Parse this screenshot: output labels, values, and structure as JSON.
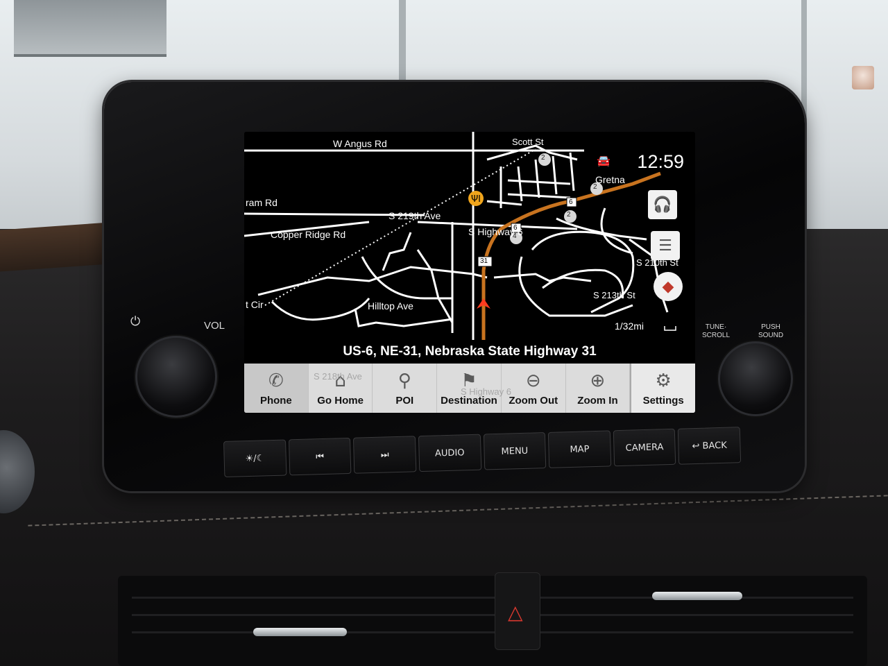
{
  "screen": {
    "clock": "12:59",
    "map_labels": {
      "w_angus": "W Angus Rd",
      "scott": "Scott St",
      "gretna": "Gretna",
      "ram": "ram Rd",
      "s219": "S 219th Ave",
      "copper": "Copper Ridge Rd",
      "s_highway": "S Highway 6",
      "s210": "S 210th St",
      "cir": "t Cir",
      "hilltop": "Hilltop Ave",
      "s213": "S 213th St"
    },
    "route_shields": [
      "31",
      "6",
      "6"
    ],
    "poi_markers": [
      "2",
      "2",
      "2",
      "4"
    ],
    "scale": "1/32mi",
    "current_street": "US-6, NE-31, Nebraska State Highway 31",
    "ghost_streets": {
      "left": "S 218th Ave",
      "right": "S Highway 6"
    },
    "side_icons": {
      "voice": "headset-icon",
      "list": "list-icon",
      "compass": "compass-icon"
    },
    "nav_buttons": [
      {
        "label": "Phone",
        "icon": "phone-icon"
      },
      {
        "label": "Go Home",
        "icon": "home-icon"
      },
      {
        "label": "POI",
        "icon": "pin-icon"
      },
      {
        "label": "Destination",
        "icon": "flag-icon"
      },
      {
        "label": "Zoom Out",
        "icon": "zoom-out-icon"
      },
      {
        "label": "Zoom In",
        "icon": "zoom-in-icon"
      },
      {
        "label": "Settings",
        "icon": "gear-icon"
      }
    ],
    "colors": {
      "route": "#c8731f",
      "map_bg": "#000000",
      "poi": "#f0a51c"
    }
  },
  "bezel": {
    "vol": "VOL",
    "tune": [
      "TUNE·",
      "SCROLL"
    ],
    "push": [
      "PUSH",
      "SOUND"
    ],
    "power_icon": "power-icon"
  },
  "hard_buttons": [
    "☀/☾",
    "⏮",
    "⏭",
    "AUDIO",
    "MENU",
    "MAP",
    "CAMERA",
    "BACK"
  ]
}
